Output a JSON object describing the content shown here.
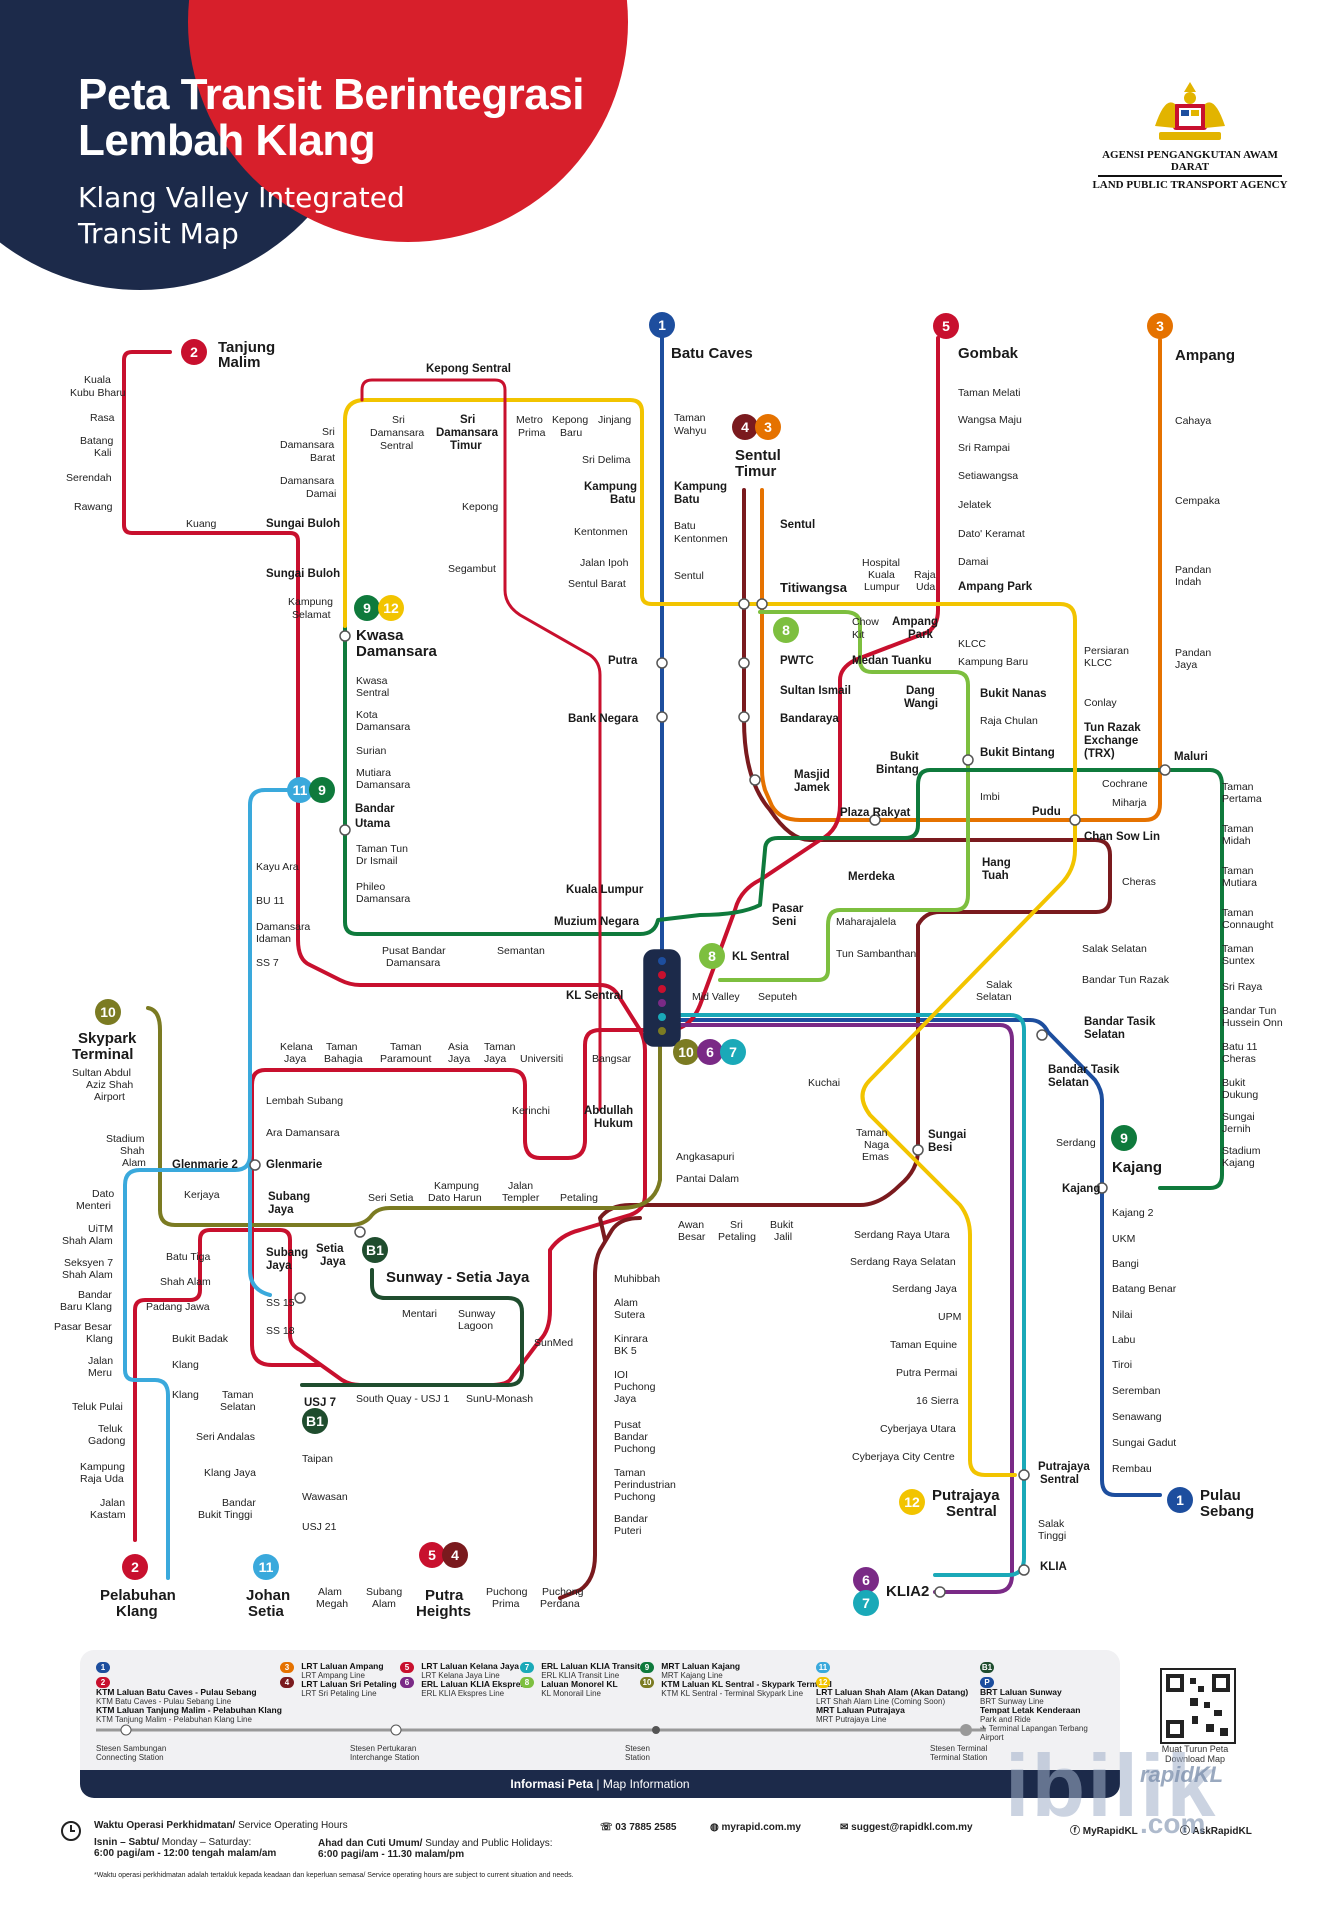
{
  "header": {
    "title_ms_1": "Peta Transit Berintegrasi",
    "title_ms_2": "Lembah Klang",
    "title_en_1": "Klang Valley Integrated",
    "title_en_2": "Transit Map"
  },
  "agency": {
    "name_ms": "Agensi Pengangkutan Awam Darat",
    "name_en": "Land Public Transport Agency"
  },
  "colors": {
    "krp": "#1d4e9e",
    "kpk": "#c8102e",
    "ampang": "#e57200",
    "sri_petaling": "#7a1a1e",
    "kelana_jaya": "#c8102e",
    "erl_ekspres": "#7a2a86",
    "erl_transit": "#1aa9b8",
    "monorail": "#7dbf3f",
    "kajang": "#0f7a3c",
    "putrajaya": "#f2c400",
    "shah_alam": "#3aa9dc",
    "skypark": "#7b7b22",
    "brt": "#1f4d2e",
    "banner_red": "#d71f2b",
    "banner_navy": "#1c2a4a"
  },
  "lines": {
    "l1": "1",
    "l2": "2",
    "l3": "3",
    "l4": "4",
    "l5": "5",
    "l6": "6",
    "l7": "7",
    "l8": "8",
    "l9": "9",
    "l10": "10",
    "l11": "11",
    "l12": "12",
    "b1": "B1"
  },
  "terminals": {
    "batu_caves": "Batu Caves",
    "tanjung_malim_1": "Tanjung",
    "tanjung_malim_2": "Malim",
    "gombak": "Gombak",
    "ampang": "Ampang",
    "sentul_timur_1": "Sentul",
    "sentul_timur_2": "Timur",
    "kwasa_damansara_1": "Kwasa",
    "kwasa_damansara_2": "Damansara",
    "bandar_utama_1": "Bandar",
    "bandar_utama_2": "Utama",
    "kl_sentral": "KL Sentral",
    "kl_sentral_mono": "KL Sentral",
    "skypark_1": "Skypark",
    "skypark_2": "Terminal",
    "kajang": "Kajang",
    "pulau_sebang_1": "Pulau",
    "pulau_sebang_2": "Sebang",
    "putrajaya_sentral_1": "Putrajaya",
    "putrajaya_sentral_2": "Sentral",
    "klia2": "KLIA2",
    "pelabuhan_1": "Pelabuhan",
    "pelabuhan_2": "Klang",
    "johan_1": "Johan",
    "johan_2": "Setia",
    "putra_1": "Putra",
    "putra_2": "Heights",
    "sunway_setia_jaya": "Sunway - Setia Jaya",
    "usj7": "USJ 7"
  },
  "stations": {
    "kuala_kubu_1": "Kuala",
    "kuala_kubu_2": "Kubu Bharu",
    "rasa": "Rasa",
    "batang_kali_1": "Batang",
    "batang_kali_2": "Kali",
    "serendah": "Serendah",
    "rawang": "Rawang",
    "kuang": "Kuang",
    "sungai_buloh": "Sungai Buloh",
    "sungai_buloh_2": "Sungai Buloh",
    "kepong_sentral": "Kepong Sentral",
    "sri_damansara_sentral_1": "Sri",
    "sri_damansara_sentral_2": "Damansara",
    "sri_damansara_sentral_3": "Sentral",
    "sri_damansara_timur_1": "Sri",
    "sri_damansara_timur_2": "Damansara",
    "sri_damansara_timur_3": "Timur",
    "metro_prima_1": "Metro",
    "metro_prima_2": "Prima",
    "kepong_baru_1": "Kepong",
    "kepong_baru_2": "Baru",
    "jinjang": "Jinjang",
    "sri_damansara_barat_1": "Sri",
    "sri_damansara_barat_2": "Damansara",
    "sri_damansara_barat_3": "Barat",
    "damansara_damai_1": "Damansara",
    "damansara_damai_2": "Damai",
    "sri_delima": "Sri Delima",
    "kepong": "Kepong",
    "kampung_batu_1": "Kampung",
    "kampung_batu_2": "Batu",
    "kentonmen": "Kentonmen",
    "jalan_ipoh": "Jalan Ipoh",
    "sentul_barat": "Sentul Barat",
    "segambut": "Segambut",
    "kampung_selamat_1": "Kampung",
    "kampung_selamat_2": "Selamat",
    "taman_wahyu_1": "Taman",
    "taman_wahyu_2": "Wahyu",
    "kampung_batu_k_1": "Kampung",
    "kampung_batu_k_2": "Batu",
    "batu_kentonmen_1": "Batu",
    "batu_kentonmen_2": "Kentonmen",
    "sentul_k": "Sentul",
    "sentul": "Sentul",
    "titiwangsa": "Titiwangsa",
    "hkl_1": "Hospital",
    "hkl_2": "Kuala",
    "hkl_3": "Lumpur",
    "raja_uda_1": "Raja",
    "raja_uda_2": "Uda",
    "chow_kit_1": "Chow",
    "chow_kit_2": "Kit",
    "ampang_park_m_1": "Ampang",
    "ampang_park_m_2": "Park",
    "taman_melati": "Taman Melati",
    "wangsa_maju": "Wangsa Maju",
    "sri_rampai": "Sri Rampai",
    "setiawangsa": "Setiawangsa",
    "jelatek": "Jelatek",
    "dato_keramat": "Dato' Keramat",
    "damai": "Damai",
    "ampang_park": "Ampang Park",
    "klcc": "KLCC",
    "kampung_baru": "Kampung Baru",
    "cahaya": "Cahaya",
    "cempaka": "Cempaka",
    "pandan_indah_1": "Pandan",
    "pandan_indah_2": "Indah",
    "pandan_jaya_1": "Pandan",
    "pandan_jaya_2": "Jaya",
    "persiaran_klcc_1": "Persiaran",
    "persiaran_klcc_2": "KLCC",
    "conlay": "Conlay",
    "trx_1": "Tun Razak",
    "trx_2": "Exchange",
    "trx_3": "(TRX)",
    "maluri": "Maluri",
    "putra": "Putra",
    "pwtc": "PWTC",
    "medan_tuanku": "Medan Tuanku",
    "sultan_ismail": "Sultan Ismail",
    "bank_negara": "Bank Negara",
    "bandaraya": "Bandaraya",
    "dang_wangi_1": "Dang",
    "dang_wangi_2": "Wangi",
    "bukit_nanas": "Bukit Nanas",
    "raja_chulan": "Raja Chulan",
    "bukit_bintang_m": "Bukit Bintang",
    "bukit_bintang_1": "Bukit",
    "bukit_bintang_2": "Bintang",
    "masjid_jamek_1": "Masjid",
    "masjid_jamek_2": "Jamek",
    "imbi": "Imbi",
    "pudu": "Pudu",
    "plaza_rakyat": "Plaza Rakyat",
    "cochrane": "Cochrane",
    "miharja": "Miharja",
    "chan_sow_lin": "Chan Sow Lin",
    "merdeka": "Merdeka",
    "hang_tuah_1": "Hang",
    "hang_tuah_2": "Tuah",
    "kuala_lumpur": "Kuala Lumpur",
    "pasar_seni_1": "Pasar",
    "pasar_seni_2": "Seni",
    "maharajalela": "Maharajalela",
    "muzium_negara": "Muzium Negara",
    "tun_sambanthan": "Tun Sambanthan",
    "cheras": "Cheras",
    "salak_selatan": "Salak Selatan",
    "bandar_tun_razak": "Bandar Tun Razak",
    "salak_selatan_k_1": "Salak",
    "salak_selatan_k_2": "Selatan",
    "bts_1": "Bandar Tasik",
    "bts_2": "Selatan",
    "bts_k_1": "Bandar Tasik",
    "bts_k_2": "Selatan",
    "mid_valley": "Mid Valley",
    "seputeh": "Seputeh",
    "taman_pertama_1": "Taman",
    "taman_pertama_2": "Pertama",
    "taman_midah_1": "Taman",
    "taman_midah_2": "Midah",
    "taman_mutiara_1": "Taman",
    "taman_mutiara_2": "Mutiara",
    "taman_connaught_1": "Taman",
    "taman_connaught_2": "Connaught",
    "taman_suntex_1": "Taman",
    "taman_suntex_2": "Suntex",
    "sri_raya": "Sri Raya",
    "bthO_1": "Bandar Tun",
    "bthO_2": "Hussein Onn",
    "batu_11_1": "Batu 11",
    "batu_11_2": "Cheras",
    "bukit_dukung_1": "Bukit",
    "bukit_dukung_2": "Dukung",
    "sungai_jernih_1": "Sungai",
    "sungai_jernih_2": "Jernih",
    "stadium_kajang_1": "Stadium",
    "stadium_kajang_2": "Kajang",
    "kwasa_sentral_1": "Kwasa",
    "kwasa_sentral_2": "Sentral",
    "kota_damansara_1": "Kota",
    "kota_damansara_2": "Damansara",
    "surian": "Surian",
    "mutiara_damansara_1": "Mutiara",
    "mutiara_damansara_2": "Damansara",
    "ttdi_1": "Taman Tun",
    "ttdi_2": "Dr Ismail",
    "phileo_1": "Phileo",
    "phileo_2": "Damansara",
    "pbd_1": "Pusat Bandar",
    "pbd_2": "Damansara",
    "semantan": "Semantan",
    "kayu_ara": "Kayu Ara",
    "bu11": "BU 11",
    "damansara_idaman_1": "Damansara",
    "damansara_idaman_2": "Idaman",
    "ss7": "SS 7",
    "sultan_abdul_aziz_1": "Sultan Abdul",
    "sultan_abdul_aziz_2": "Aziz Shah",
    "sultan_abdul_aziz_3": "Airport",
    "kelana_jaya_1": "Kelana",
    "kelana_jaya_2": "Jaya",
    "taman_bahagia_1": "Taman",
    "taman_bahagia_2": "Bahagia",
    "taman_paramount_1": "Taman",
    "taman_paramount_2": "Paramount",
    "asia_jaya_1": "Asia",
    "asia_jaya_2": "Jaya",
    "taman_jaya_1": "Taman",
    "taman_jaya_2": "Jaya",
    "universiti": "Universiti",
    "bangsar": "Bangsar",
    "kerinchi": "Kerinchi",
    "abdullah_hukum_1": "Abdullah",
    "abdullah_hukum_2": "Hukum",
    "lembah_subang": "Lembah Subang",
    "ara_damansara": "Ara Damansara",
    "glenmarie": "Glenmarie",
    "glenmarie_2": "Glenmarie 2",
    "kuchai": "Kuchai",
    "taman_naga_emas_1": "Taman",
    "taman_naga_emas_2": "Naga",
    "taman_naga_emas_3": "Emas",
    "sungai_besi_1": "Sungai",
    "sungai_besi_2": "Besi",
    "serdang": "Serdang",
    "kajang_k": "Kajang",
    "angkasapuri": "Angkasapuri",
    "pantai_dalam": "Pantai Dalam",
    "stadium_shah_alam_1": "Stadium",
    "stadium_shah_alam_2": "Shah",
    "stadium_shah_alam_3": "Alam",
    "kerjaya": "Kerjaya",
    "subang_jaya_1": "Subang",
    "subang_jaya_2": "Jaya",
    "seri_setia": "Seri Setia",
    "kdh_1": "Kampung",
    "kdh_2": "Dato Harun",
    "jalan_templer_1": "Jalan",
    "jalan_templer_2": "Templer",
    "petaling": "Petaling",
    "dato_menteri_1": "Dato",
    "dato_menteri_2": "Menteri",
    "uitm_1": "UiTM",
    "uitm_2": "Shah Alam",
    "seksyen7_1": "Seksyen 7",
    "seksyen7_2": "Shah Alam",
    "bbk_1": "Bandar",
    "bbk_2": "Baru Klang",
    "pbk_1": "Pasar Besar",
    "pbk_2": "Klang",
    "jalan_meru_1": "Jalan",
    "jalan_meru_2": "Meru",
    "batu_tiga": "Batu Tiga",
    "shah_alam": "Shah Alam",
    "padang_jawa": "Padang Jawa",
    "bukit_badak": "Bukit Badak",
    "klang": "Klang",
    "klang_2": "Klang",
    "taman_selatan_1": "Taman",
    "taman_selatan_2": "Selatan",
    "teluk_pulai": "Teluk Pulai",
    "teluk_gadong_1": "Teluk",
    "teluk_gadong_2": "Gadong",
    "seri_andalas": "Seri Andalas",
    "kampung_raja_uda_1": "Kampung",
    "kampung_raja_uda_2": "Raja Uda",
    "klang_jaya": "Klang Jaya",
    "jalan_kastam_1": "Jalan",
    "jalan_kastam_2": "Kastam",
    "bandar_bukit_tinggi_1": "Bandar",
    "bandar_bukit_tinggi_2": "Bukit Tinggi",
    "subang_jaya_s_1": "Subang",
    "subang_jaya_s_2": "Jaya",
    "setia_jaya_1": "Setia",
    "setia_jaya_2": "Jaya",
    "ss15": "SS 15",
    "ss18": "SS 18",
    "mentari": "Mentari",
    "sunway_lagoon_1": "Sunway",
    "sunway_lagoon_2": "Lagoon",
    "sunmed": "SunMed",
    "south_quay": "South Quay - USJ 1",
    "sunu_monash": "SunU-Monash",
    "taipan": "Taipan",
    "wawasan": "Wawasan",
    "usj21": "USJ 21",
    "alam_megah_1": "Alam",
    "alam_megah_2": "Megah",
    "subang_alam_1": "Subang",
    "subang_alam_2": "Alam",
    "puchong_prima_1": "Puchong",
    "puchong_prima_2": "Prima",
    "puchong_perdana_1": "Puchong",
    "puchong_perdana_2": "Perdana",
    "muhibbah": "Muhibbah",
    "alam_sutera_1": "Alam",
    "alam_sutera_2": "Sutera",
    "kinrara_1": "Kinrara",
    "kinrara_2": "BK 5",
    "ioi_1": "IOI",
    "ioi_2": "Puchong",
    "ioi_3": "Jaya",
    "pbp_1": "Pusat",
    "pbp_2": "Bandar",
    "pbp_3": "Puchong",
    "tpp_1": "Taman",
    "tpp_2": "Perindustrian",
    "tpp_3": "Puchong",
    "bandar_puteri_1": "Bandar",
    "bandar_puteri_2": "Puteri",
    "awan_besar_1": "Awan",
    "awan_besar_2": "Besar",
    "sri_petaling_1": "Sri",
    "sri_petaling_2": "Petaling",
    "bukit_jalil_1": "Bukit",
    "bukit_jalil_2": "Jalil",
    "serdang_raya_utara": "Serdang Raya Utara",
    "serdang_raya_selatan": "Serdang Raya Selatan",
    "serdang_jaya": "Serdang Jaya",
    "upm": "UPM",
    "taman_equine": "Taman Equine",
    "putra_permai": "Putra Permai",
    "sierra16": "16 Sierra",
    "cyberjaya_utara": "Cyberjaya Utara",
    "cyberjaya_city_centre": "Cyberjaya City Centre",
    "putrajaya_sentral_k_1": "Putrajaya",
    "putrajaya_sentral_k_2": "Sentral",
    "salak_tinggi_1": "Salak",
    "salak_tinggi_2": "Tinggi",
    "klia": "KLIA",
    "kajang2": "Kajang 2",
    "ukm": "UKM",
    "bangi": "Bangi",
    "batang_benar": "Batang Benar",
    "nilai": "Nilai",
    "labu": "Labu",
    "tiroi": "Tiroi",
    "seremban": "Seremban",
    "senawang": "Senawang",
    "sungai_gadut": "Sungai Gadut",
    "rembau": "Rembau"
  },
  "legend": {
    "items": [
      {
        "badges": [
          "1",
          "2"
        ],
        "l1": "KTM Laluan Batu Caves - Pulau Sebang",
        "l1en": "KTM Batu Caves - Pulau Sebang Line",
        "l2": "KTM Laluan Tanjung Malim - Pelabuhan Klang",
        "l2en": "KTM Tanjung Malim - Pelabuhan Klang Line"
      },
      {
        "badges": [
          "3",
          "4"
        ],
        "l1": "LRT Laluan Ampang",
        "l1en": "LRT Ampang Line",
        "l2": "LRT Laluan Sri Petaling",
        "l2en": "LRT Sri Petaling Line"
      },
      {
        "badges": [
          "5",
          "6"
        ],
        "l1": "LRT Laluan Kelana Jaya",
        "l1en": "LRT Kelana Jaya Line",
        "l2": "ERL Laluan KLIA Ekspres",
        "l2en": "ERL KLIA Ekspres Line"
      },
      {
        "badges": [
          "7",
          "8"
        ],
        "l1": "ERL Laluan KLIA Transit",
        "l1en": "ERL KLIA Transit Line",
        "l2": "Laluan Monorel KL",
        "l2en": "KL Monorail Line"
      },
      {
        "badges": [
          "9",
          "10"
        ],
        "l1": "MRT Laluan Kajang",
        "l1en": "MRT Kajang Line",
        "l2": "KTM Laluan KL Sentral - Skypark Terminal",
        "l2en": "KTM KL Sentral - Terminal Skypark Line"
      },
      {
        "badges": [
          "11",
          "12"
        ],
        "l1": "LRT Laluan Shah Alam (Akan Datang)",
        "l1en": "LRT Shah Alam Line (Coming Soon)",
        "l2": "MRT Laluan Putrajaya",
        "l2en": "MRT Putrajaya Line"
      },
      {
        "badges": [
          "B1",
          "P"
        ],
        "l1": "BRT Laluan Sunway",
        "l1en": "BRT Sunway Line",
        "l2": "Tempat Letak Kenderaan",
        "l2en": "Park and Ride"
      }
    ],
    "airport_note": "Terminal Lapangan Terbang",
    "airport_note_en": "Airport",
    "stesen_sambungan": "Stesen Sambungan",
    "connecting_station": "Connecting Station",
    "stesen_pertukaran": "Stesen Pertukaran",
    "interchange_station": "Interchange Station",
    "stesen": "Stesen",
    "station": "Station",
    "stesen_terminal": "Stesen Terminal",
    "terminal_station": "Terminal Station",
    "qr_label": "Muat Turun Peta",
    "qr_label_en": "Download Map",
    "info_bar_ms": "Informasi Peta",
    "info_bar_en": "Map Information"
  },
  "footer": {
    "hours_title_ms": "Waktu Operasi Perkhidmatan/",
    "hours_title_en": " Service Operating Hours",
    "weekday_ms": "Isnin – Sabtu/",
    "weekday_en": " Monday – Saturday:",
    "weekday_time": "6:00 pagi/am - 12:00 tengah malam/am",
    "holiday_ms": "Ahad dan Cuti Umum/",
    "holiday_en": " Sunday and Public Holidays:",
    "holiday_time": "6:00 pagi/am - 11.30 malam/pm",
    "note": "*Waktu operasi perkhidmatan adalah tertakluk kepada keadaan dan keperluan semasa/ Service operating hours are subject to current situation and needs.",
    "phone": "03 7885 2585",
    "web": "myrapid.com.my",
    "email": "suggest@rapidkl.com.my",
    "social": "MyRapidKL",
    "social2": "AskRapidKL"
  },
  "watermark": {
    "text": "ibilik",
    "sub": "rapidKL",
    "dotcom": ".com"
  }
}
